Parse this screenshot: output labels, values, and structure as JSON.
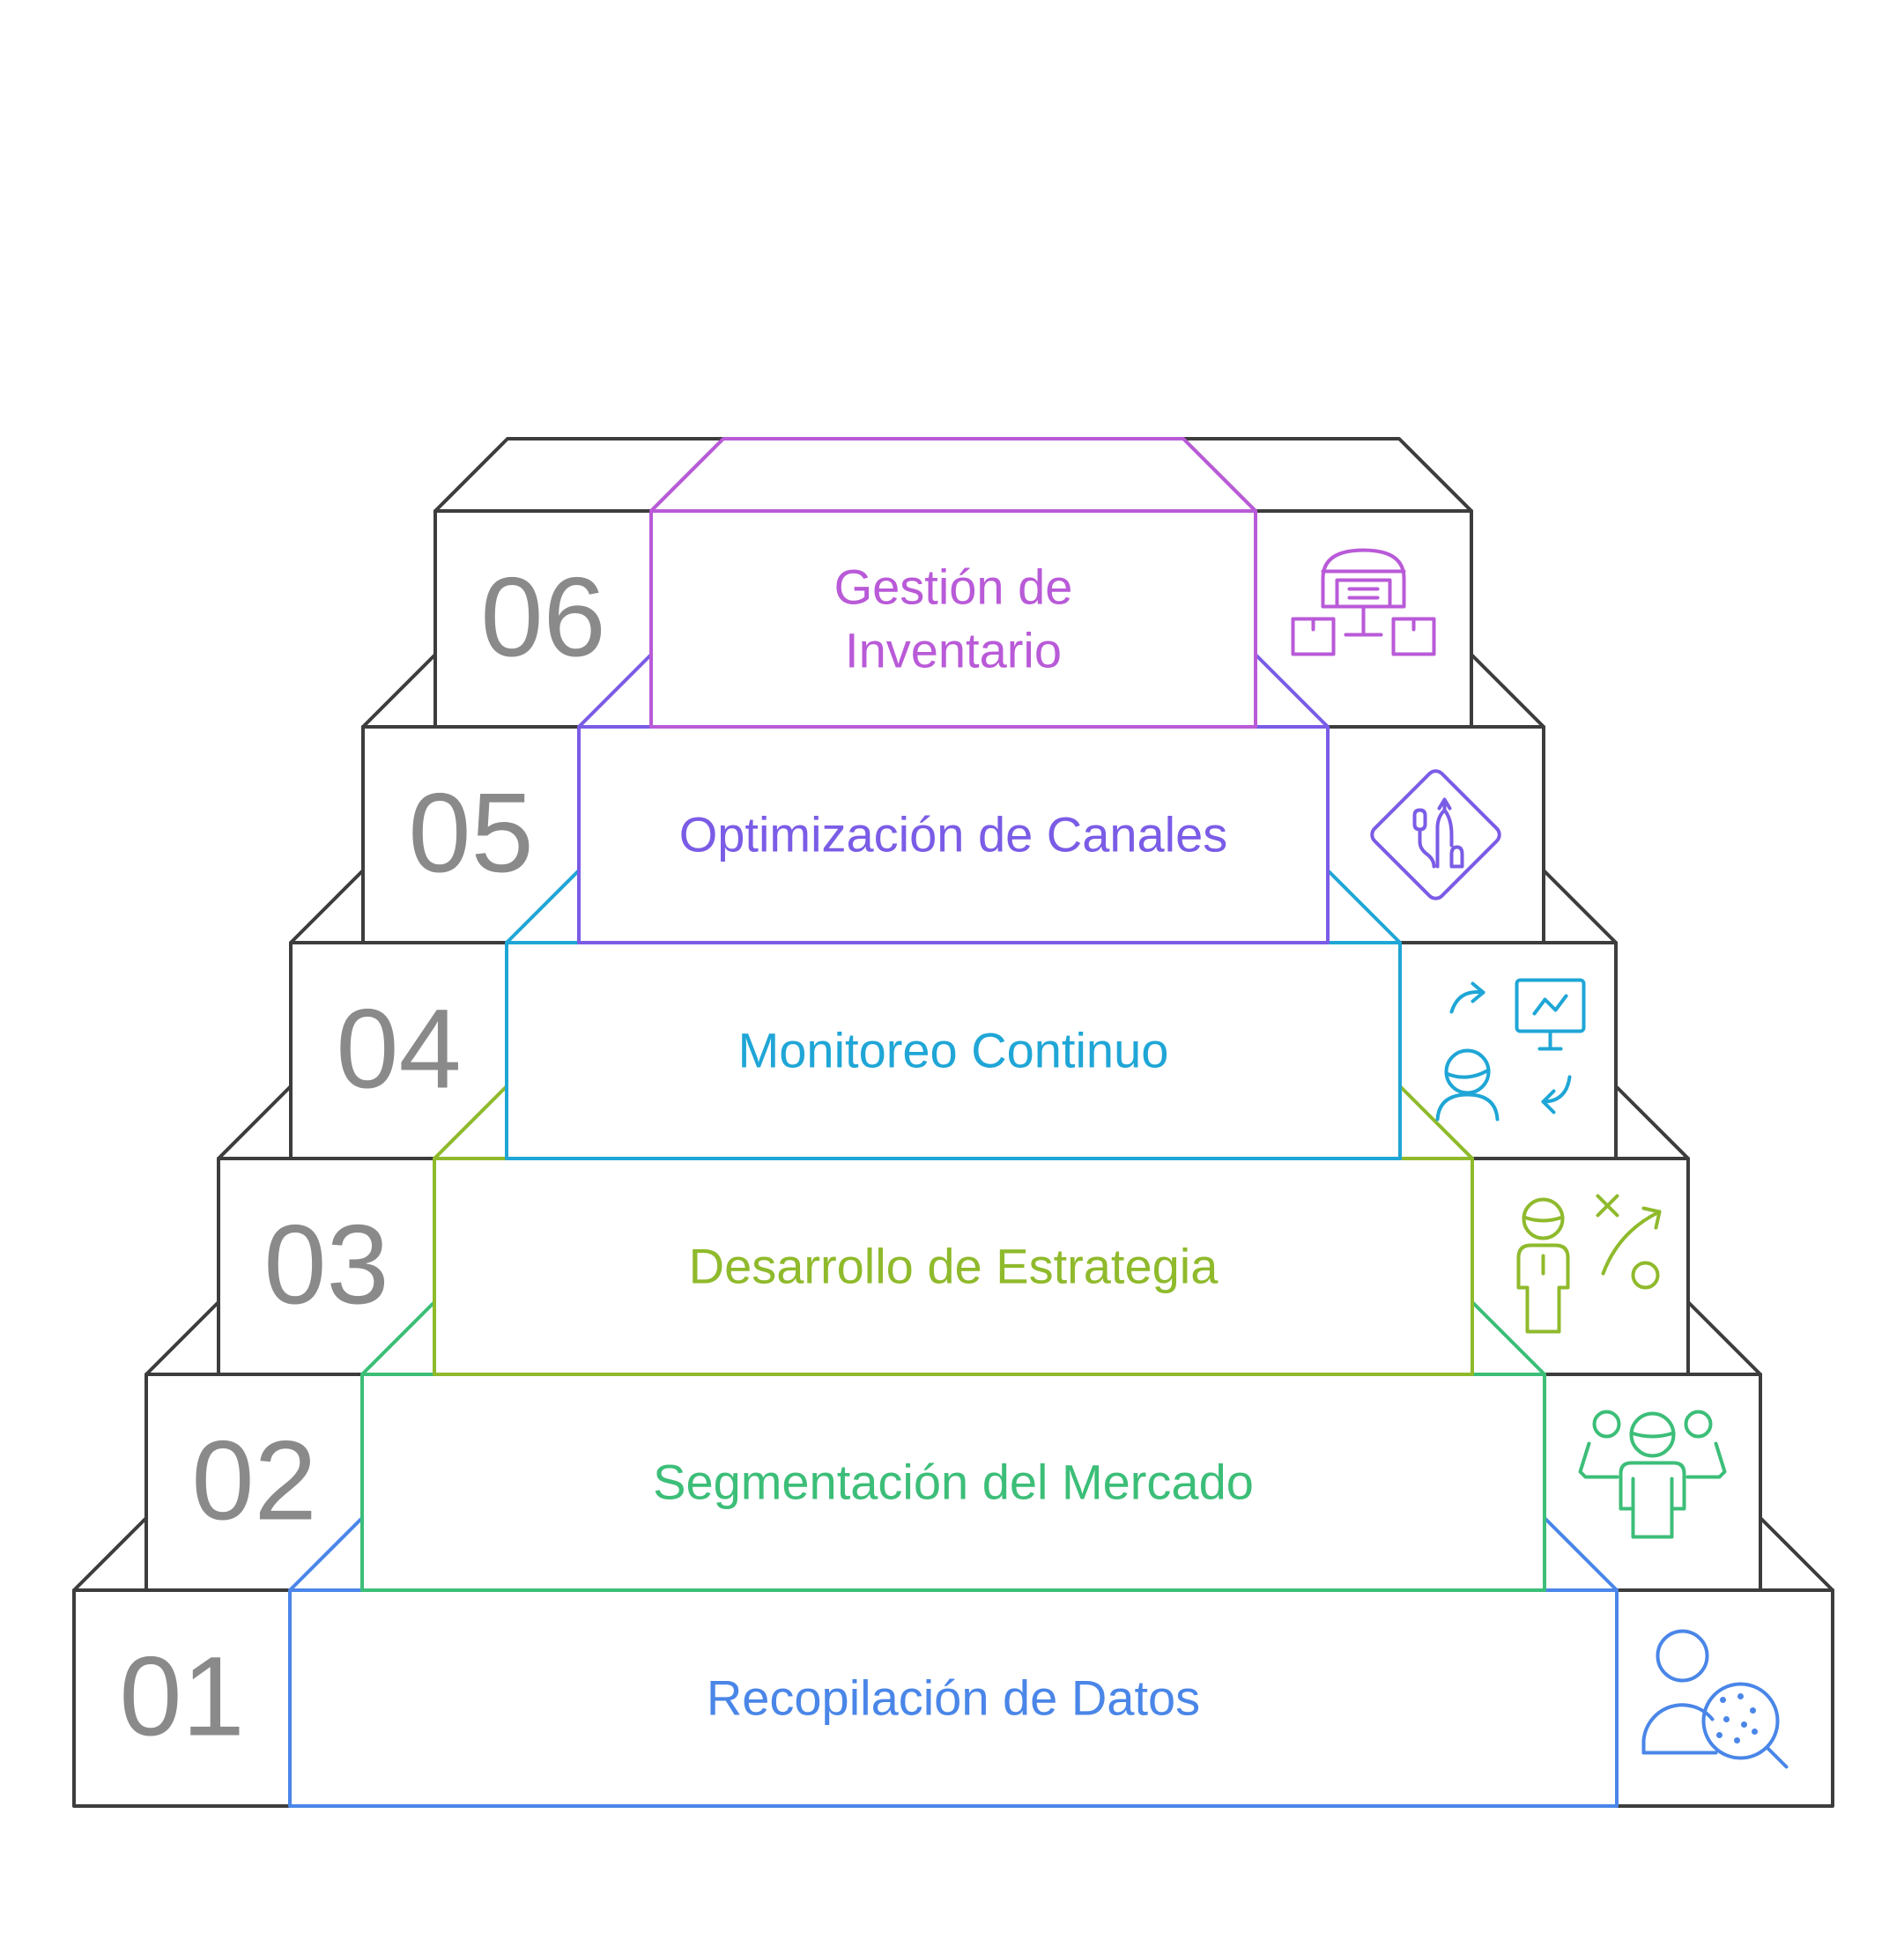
{
  "colors": {
    "outline": "#3d3d3d",
    "number": "#8a8a8a"
  },
  "steps": [
    {
      "number": "01",
      "lines": [
        "Recopilación de Datos"
      ],
      "color": "#4a86e8",
      "icon": "person-search-icon"
    },
    {
      "number": "02",
      "lines": [
        "Segmentación del Mercado"
      ],
      "color": "#3cbe78",
      "icon": "group-icon"
    },
    {
      "number": "03",
      "lines": [
        "Desarrollo de Estrategia"
      ],
      "color": "#8fba2c",
      "icon": "strategy-play-icon"
    },
    {
      "number": "04",
      "lines": [
        "Monitoreo Continuo"
      ],
      "color": "#1fa6d6",
      "icon": "monitoring-cycle-icon"
    },
    {
      "number": "05",
      "lines": [
        "Optimización de Canales"
      ],
      "color": "#7a5ce6",
      "icon": "route-sign-icon"
    },
    {
      "number": "06",
      "lines": [
        "Gestión de",
        "Inventario"
      ],
      "color": "#b95ad8",
      "icon": "warehouse-boxes-icon"
    }
  ]
}
